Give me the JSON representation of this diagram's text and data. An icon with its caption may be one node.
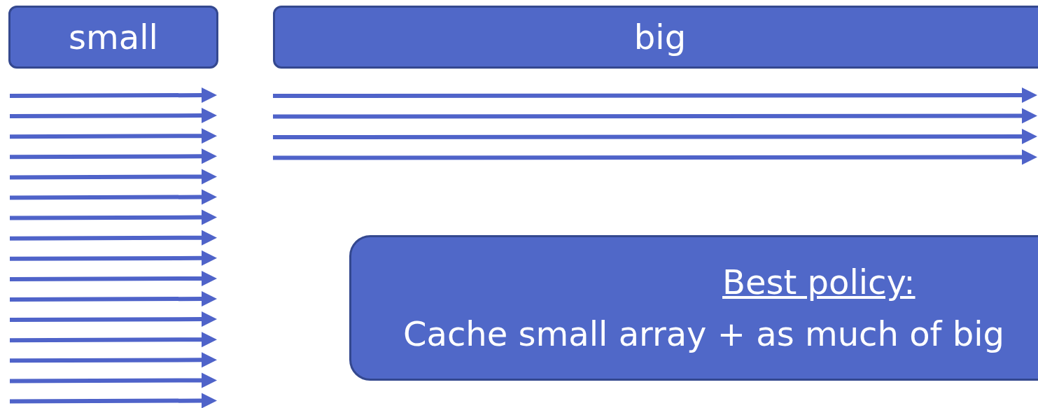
{
  "diagram": {
    "nodes": [
      {
        "text": [
          "small"
        ]
      },
      {
        "text": [
          "big"
        ]
      },
      {
        "text": [
          "Best policy:",
          "Cache small array + as much of big"
        ]
      }
    ]
  }
}
